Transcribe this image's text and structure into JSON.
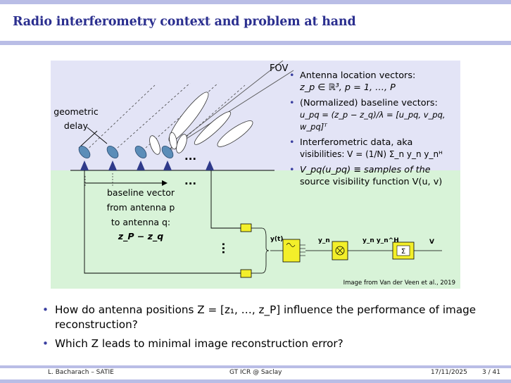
{
  "slide": {
    "title": "Radio interferometry context and problem at hand"
  },
  "figure": {
    "fov_label": "FOV",
    "geometric_delay_line1": "geometric",
    "geometric_delay_line2": "delay",
    "baseline_line1": "baseline vector",
    "baseline_line2": "from antenna p",
    "baseline_line3": "to antenna q:",
    "baseline_line4": "z_P − z_q",
    "ellipsis": "...",
    "signal_y": "y(t)",
    "signal_yn": "y_n",
    "signal_ynyn": "y_n y_n^H",
    "signal_V": "V",
    "credit": "Image from Van der Veen et al., 2019",
    "bullets": [
      {
        "line1": "Antenna location vectors:",
        "line2": "z_p ∈ ℝ³,  p = 1, …, P"
      },
      {
        "line1": "(Normalized) baseline vectors:",
        "line2": "u_pq = (z_p − z_q)/λ = [u_pq, v_pq, w_pq]ᵀ"
      },
      {
        "line1": "Interferometric data, aka",
        "line2": "visibilities:  V = (1/N) Σ_n y_n y_nᴴ"
      },
      {
        "line1": "V_pq(u_pq) ≡ samples of the",
        "line2": "source visibility function V(u, v)"
      }
    ],
    "colors": {
      "sky": "#e3e4f6",
      "ground": "#d8f3d8",
      "box": "#f3ef2a",
      "antenna": "#2f3a8a",
      "dish": "#5b8db8"
    }
  },
  "bullets": [
    {
      "text": "How do antenna positions Z = [z₁, …, z_P] influence the performance of image reconstruction?"
    },
    {
      "text": "Which Z leads to minimal image reconstruction error?"
    }
  ],
  "footer": {
    "author": "L. Bacharach – SATIE",
    "venue": "GT ICR @ Saclay",
    "date": "17/11/2025",
    "page": "3 / 41"
  }
}
